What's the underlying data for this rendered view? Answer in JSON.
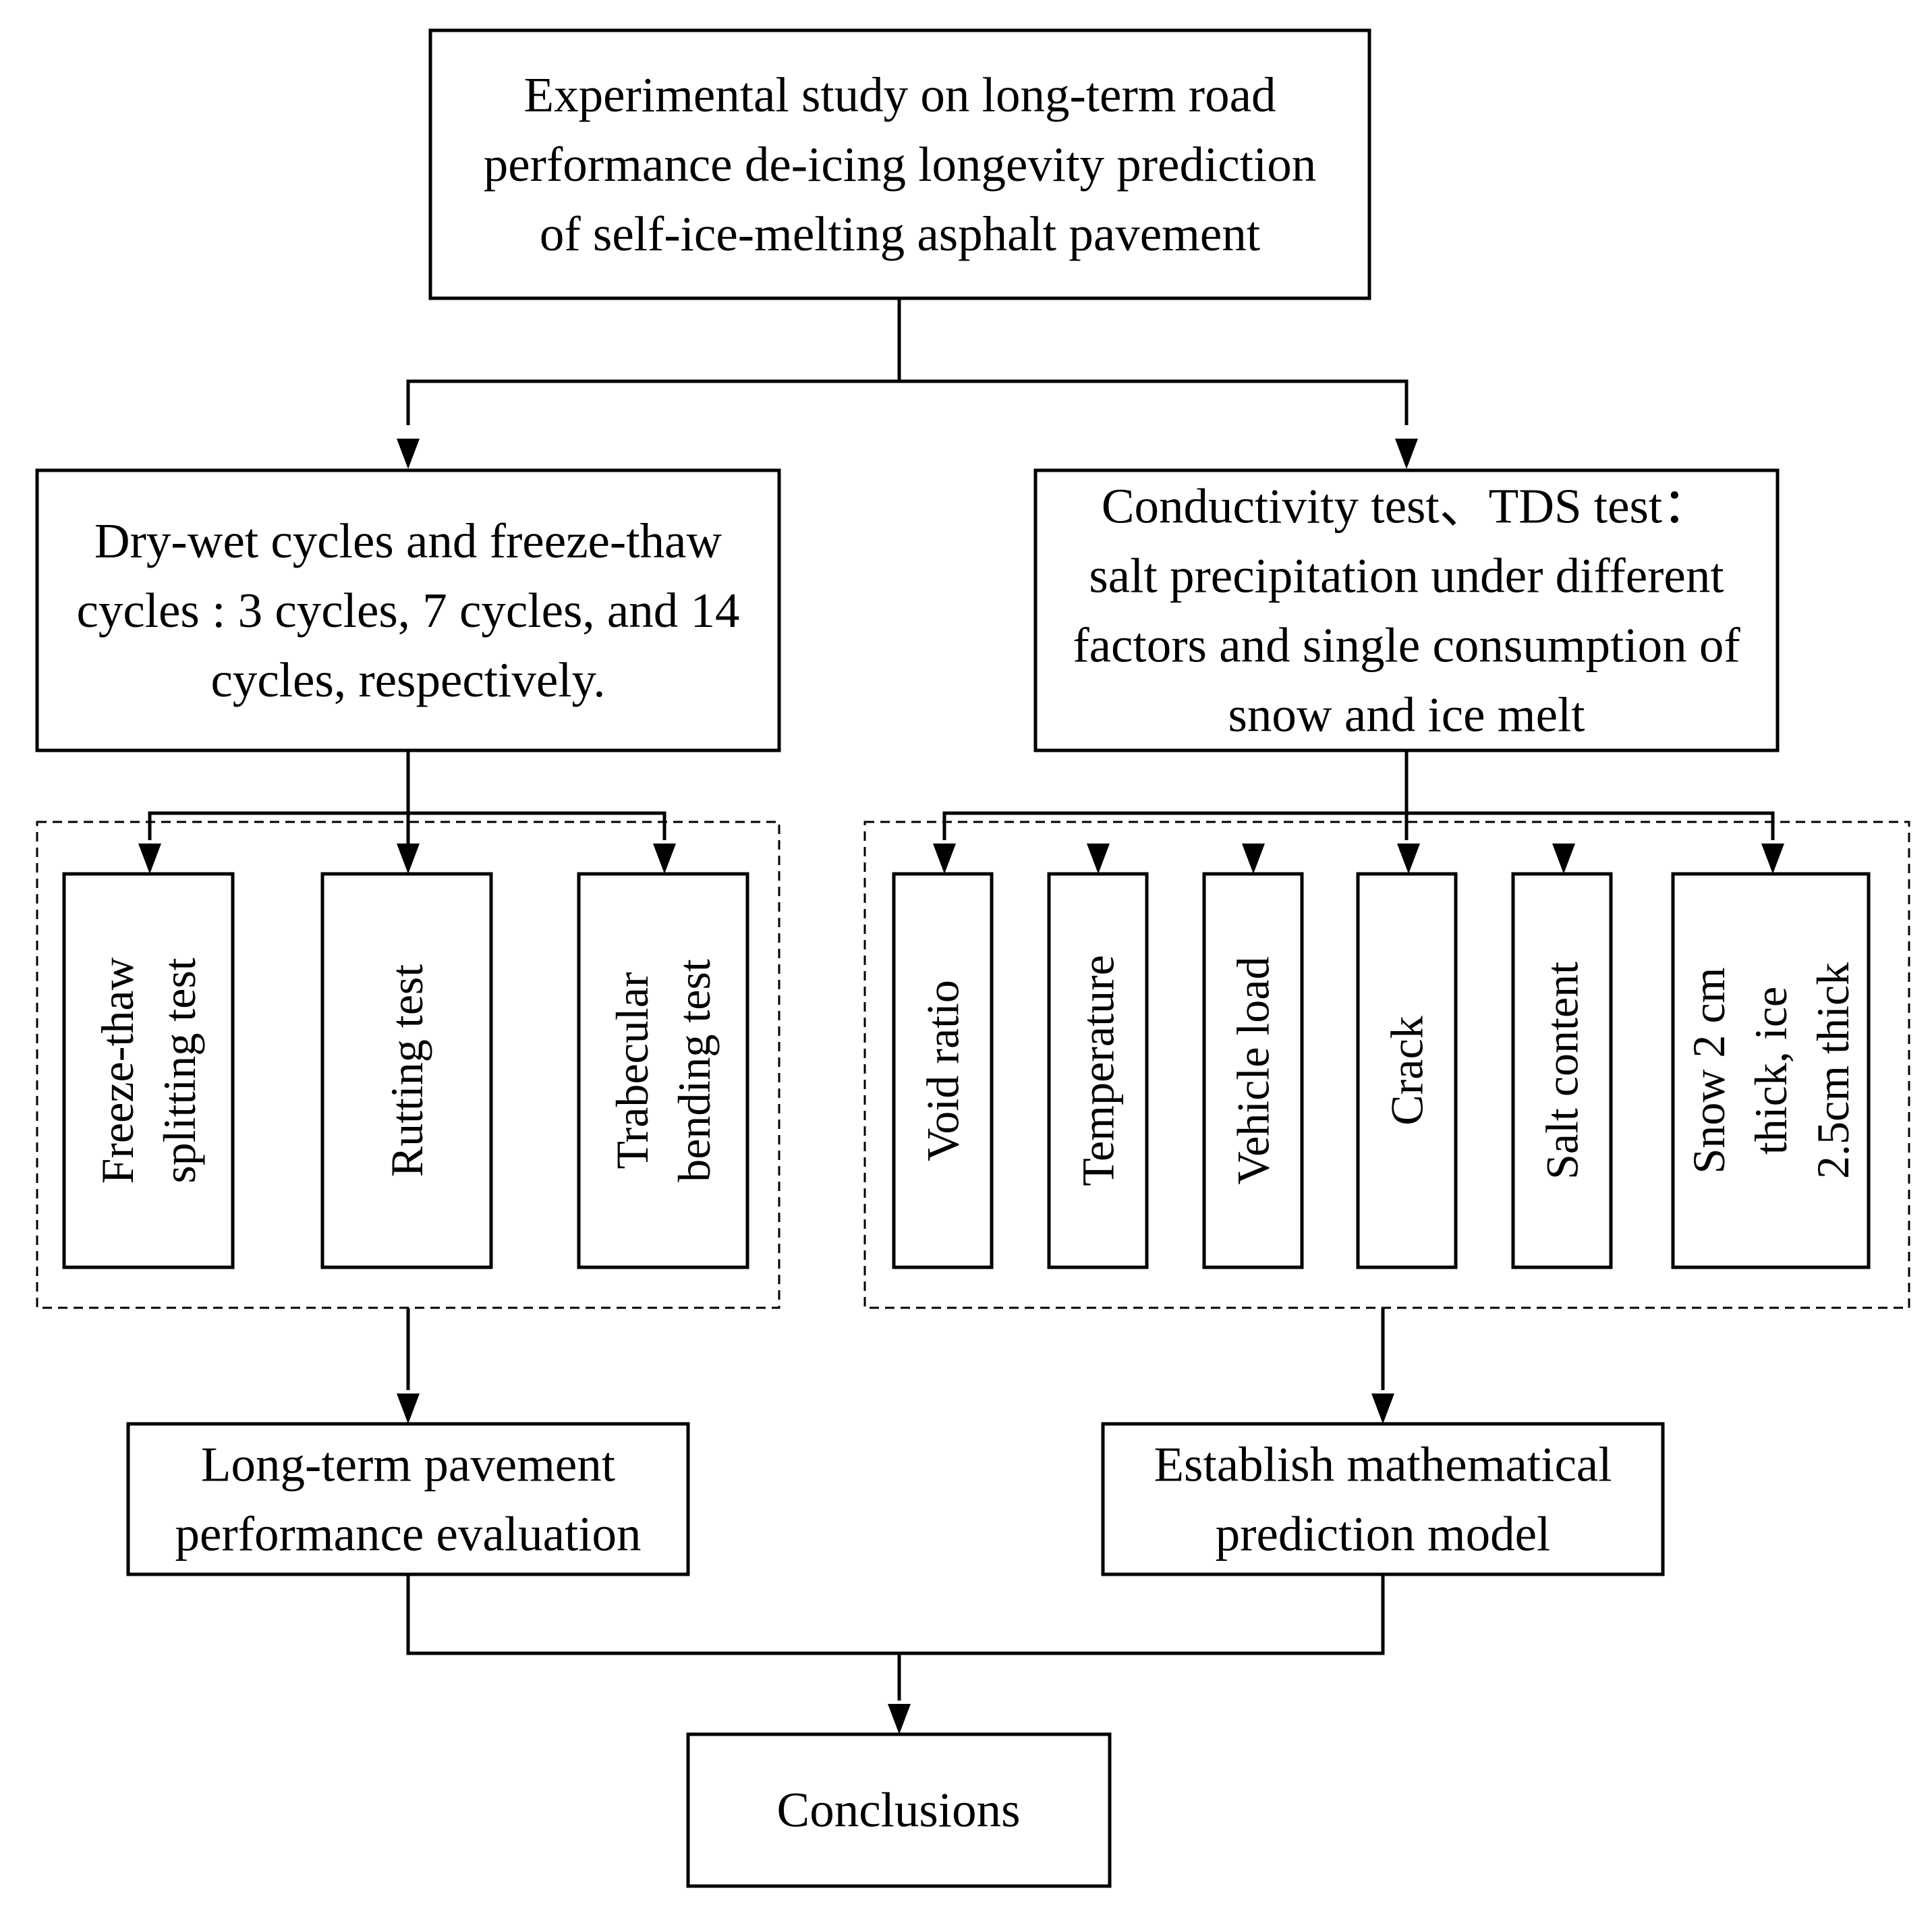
{
  "title_box": {
    "lines": [
      "Experimental study on long-term road",
      "performance de-icing longevity prediction",
      "of self-ice-melting asphalt pavement"
    ]
  },
  "left_branch": {
    "lines": [
      "Dry-wet cycles and freeze-thaw",
      "cycles : 3 cycles, 7 cycles, and 14",
      "cycles, respectively."
    ],
    "tests": [
      {
        "lines": [
          "Freeze-thaw",
          "splitting test"
        ]
      },
      {
        "lines": [
          "Rutting test"
        ]
      },
      {
        "lines": [
          "Trabecular",
          "bending test"
        ]
      }
    ],
    "result": {
      "lines": [
        "Long-term pavement",
        "performance evaluation"
      ]
    }
  },
  "right_branch": {
    "lines": [
      "Conductivity test、TDS test：",
      "salt precipitation under different",
      "factors and single consumption of",
      "snow and ice melt"
    ],
    "factors": [
      {
        "lines": [
          "Void ratio"
        ]
      },
      {
        "lines": [
          "Temperature"
        ]
      },
      {
        "lines": [
          "Vehicle load"
        ]
      },
      {
        "lines": [
          "Crack"
        ]
      },
      {
        "lines": [
          "Salt content"
        ]
      },
      {
        "lines": [
          "Snow 2 cm",
          "thick, ice",
          "2.5cm thick"
        ]
      }
    ],
    "result": {
      "lines": [
        "Establish mathematical",
        "prediction model"
      ]
    }
  },
  "conclusion": {
    "label": "Conclusions"
  }
}
